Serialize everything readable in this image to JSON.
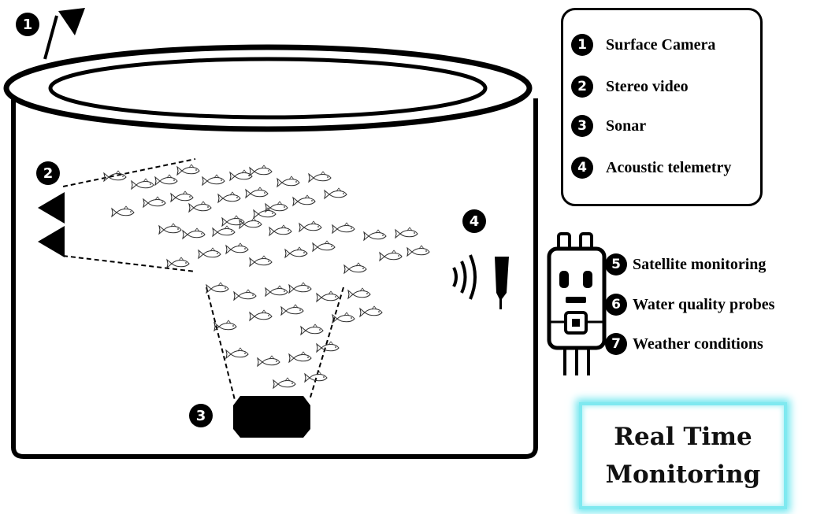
{
  "legend": {
    "items": [
      {
        "num": "1",
        "label": "Surface Camera"
      },
      {
        "num": "2",
        "label": "Stereo video"
      },
      {
        "num": "3",
        "label": "Sonar"
      },
      {
        "num": "4",
        "label": "Acoustic telemetry"
      }
    ]
  },
  "device_items": [
    {
      "num": "5",
      "label": "Satellite monitoring"
    },
    {
      "num": "6",
      "label": "Water quality probes"
    },
    {
      "num": "7",
      "label": "Weather conditions"
    }
  ],
  "diagram_badges": {
    "camera": "1",
    "stereo": "2",
    "sonar": "3",
    "telemetry": "4"
  },
  "banner": {
    "line1": "Real Time",
    "line2": "Monitoring"
  },
  "colors": {
    "ink": "#000000",
    "glow": "#6ee6ef"
  }
}
